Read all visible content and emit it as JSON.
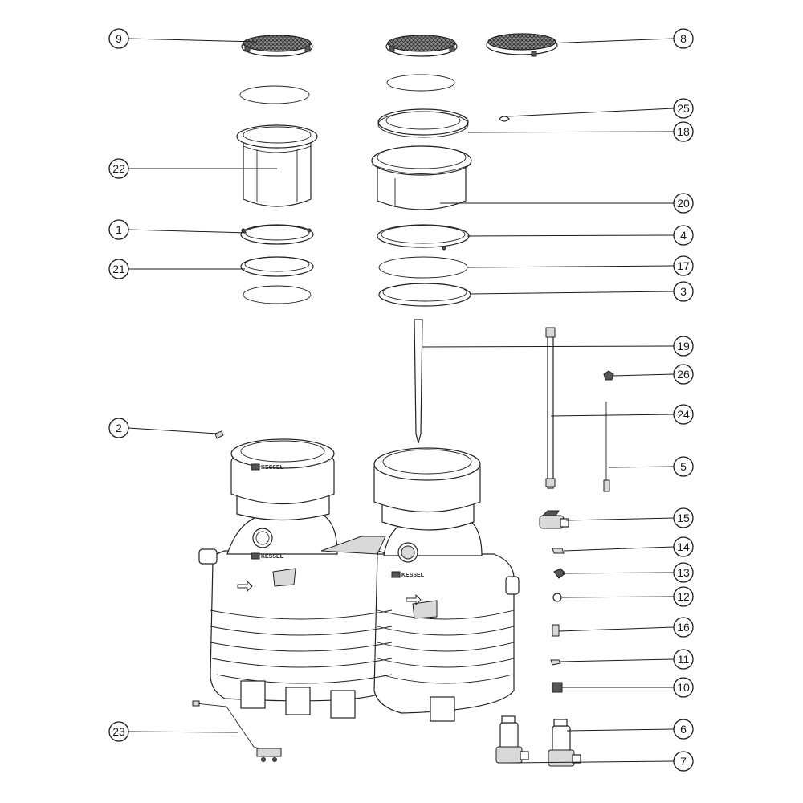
{
  "brand": {
    "logo_text": "KESSEL"
  },
  "callouts": [
    {
      "id": "9",
      "label": "9"
    },
    {
      "id": "8",
      "label": "8"
    },
    {
      "id": "25",
      "label": "25"
    },
    {
      "id": "18",
      "label": "18"
    },
    {
      "id": "22",
      "label": "22"
    },
    {
      "id": "20",
      "label": "20"
    },
    {
      "id": "1",
      "label": "1"
    },
    {
      "id": "4",
      "label": "4"
    },
    {
      "id": "21",
      "label": "21"
    },
    {
      "id": "17",
      "label": "17"
    },
    {
      "id": "3",
      "label": "3"
    },
    {
      "id": "19",
      "label": "19"
    },
    {
      "id": "26",
      "label": "26"
    },
    {
      "id": "24",
      "label": "24"
    },
    {
      "id": "2",
      "label": "2"
    },
    {
      "id": "5",
      "label": "5"
    },
    {
      "id": "15",
      "label": "15"
    },
    {
      "id": "14",
      "label": "14"
    },
    {
      "id": "13",
      "label": "13"
    },
    {
      "id": "12",
      "label": "12"
    },
    {
      "id": "16",
      "label": "16"
    },
    {
      "id": "11",
      "label": "11"
    },
    {
      "id": "10",
      "label": "10"
    },
    {
      "id": "23",
      "label": "23"
    },
    {
      "id": "6",
      "label": "6"
    },
    {
      "id": "7",
      "label": "7"
    }
  ]
}
